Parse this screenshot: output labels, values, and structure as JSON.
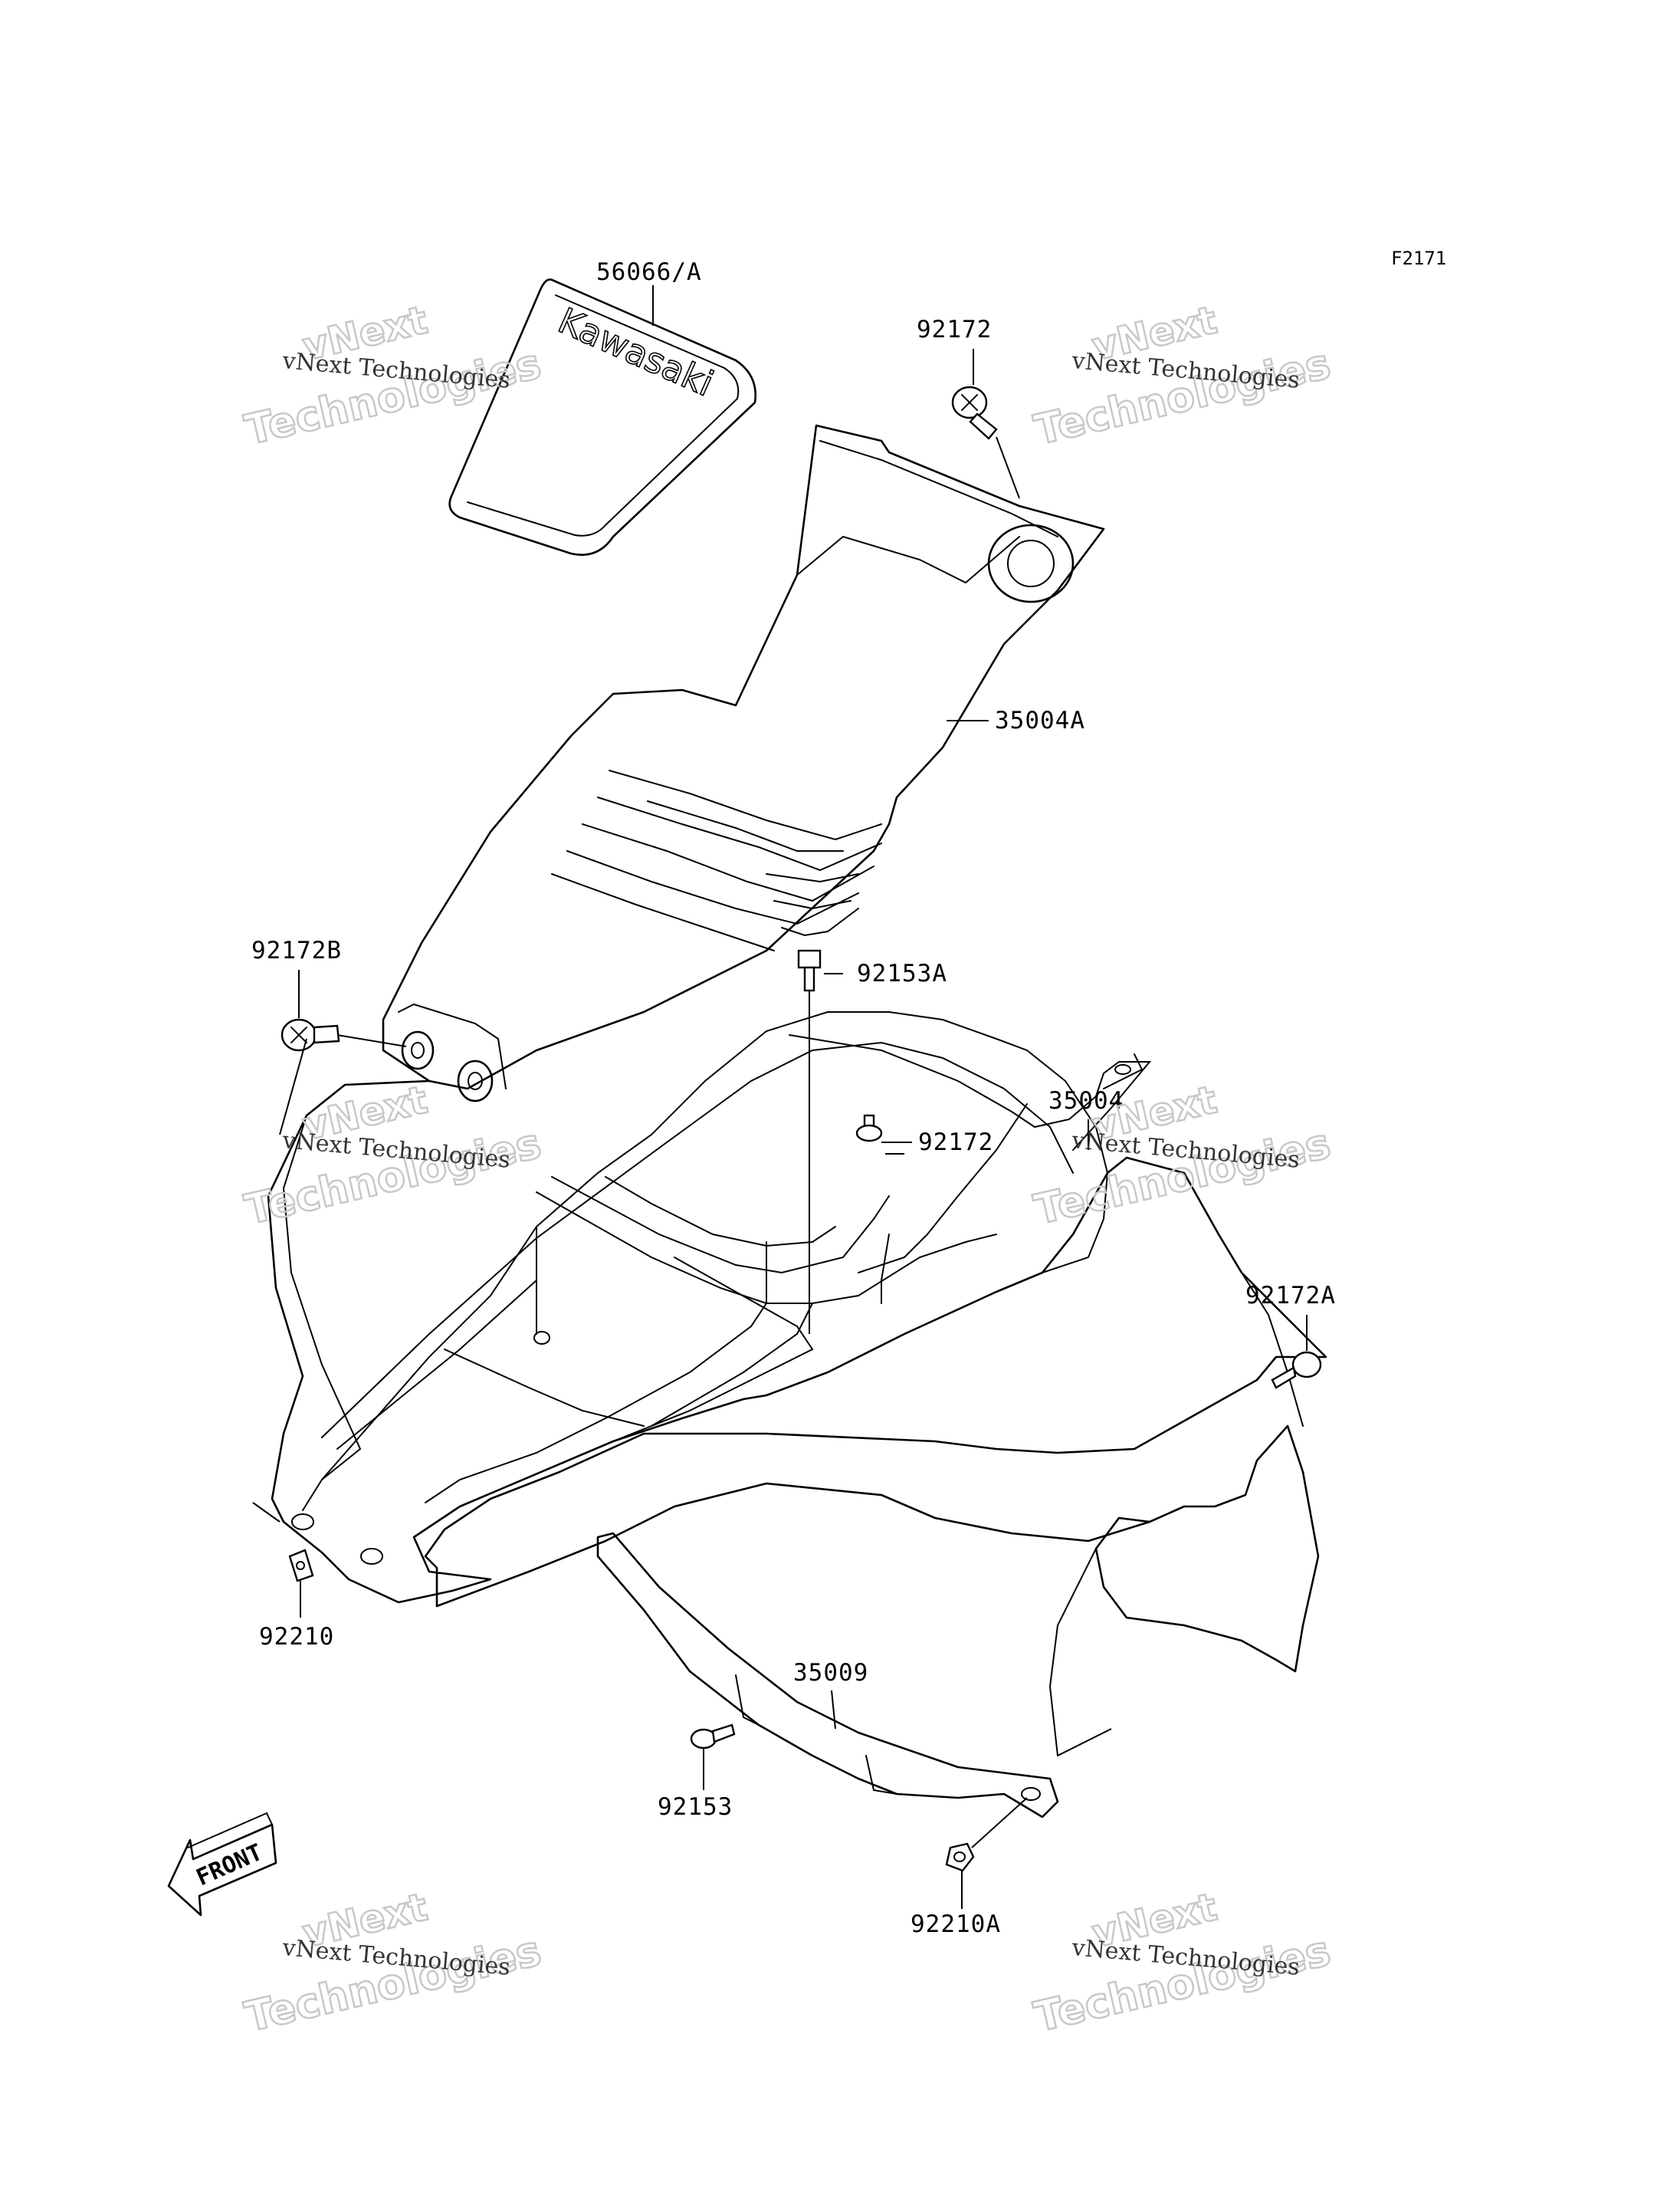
{
  "diagram_ref": "F2171",
  "brand_decal_text": "Kawasaki",
  "direction_marker": "FRONT",
  "part_labels": [
    {
      "id": "56066-a",
      "text": "56066/A"
    },
    {
      "id": "92172-top",
      "text": "92172"
    },
    {
      "id": "35004a",
      "text": "35004A"
    },
    {
      "id": "92172b",
      "text": "92172B"
    },
    {
      "id": "92153a",
      "text": "92153A"
    },
    {
      "id": "35004",
      "text": "35004"
    },
    {
      "id": "92172-mid",
      "text": "92172"
    },
    {
      "id": "92172a",
      "text": "92172A"
    },
    {
      "id": "92210",
      "text": "92210"
    },
    {
      "id": "35009",
      "text": "35009"
    },
    {
      "id": "92153",
      "text": "92153"
    },
    {
      "id": "92210a",
      "text": "92210A"
    }
  ],
  "watermark": {
    "line1": "vNext Technologies",
    "line2": "vNext",
    "line3": "Technologies"
  }
}
